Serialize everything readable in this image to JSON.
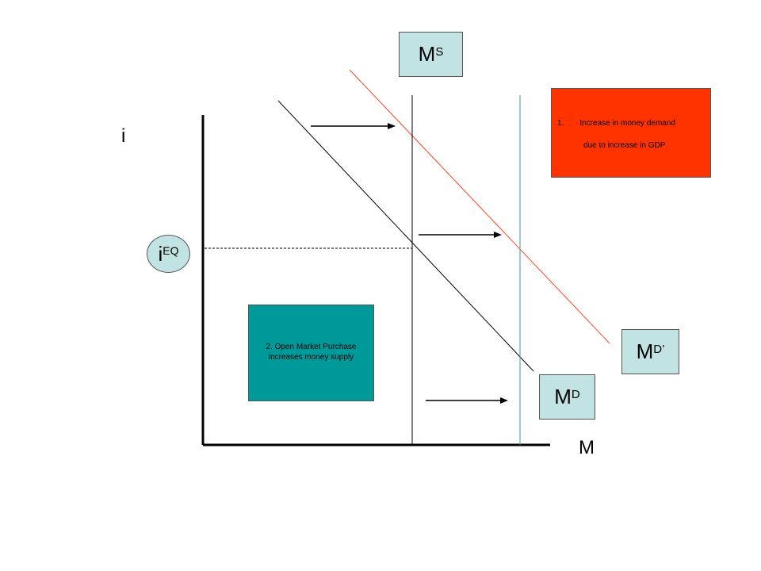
{
  "labels": {
    "y_axis": "i",
    "x_axis": "M",
    "ieq_base": "i",
    "ieq_sup": "EQ",
    "ms_base": "M",
    "ms_sup": "S",
    "md_base": "M",
    "md_sup": "D",
    "md_prime_base": "M",
    "md_prime_sup": "D’"
  },
  "notes": {
    "demand_num": "1.",
    "demand_line1": "Increase in money demand",
    "demand_line2": "due  to increase in GDP",
    "supply_line1": "2. Open Market Purchase",
    "supply_line2": "increases money supply"
  },
  "colors": {
    "demand_note_fill": "#ff3300",
    "supply_note_fill": "#009999",
    "label_box_fill": "#c2e3e3",
    "new_demand_curve": "#ff4422",
    "new_supply_curve": "#3a9a9a",
    "axes": "#000000"
  }
}
